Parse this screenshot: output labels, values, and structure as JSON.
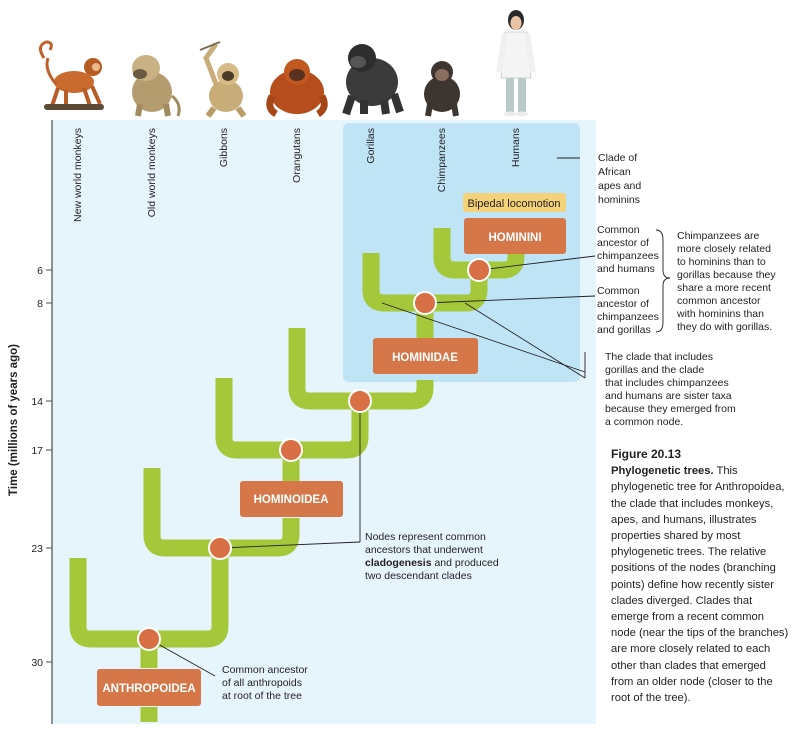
{
  "colors": {
    "background_panel": "#e6f4fb",
    "clade_box": "#bfe4f6",
    "branch": "#a5c83a",
    "node": "#d97045",
    "node_stroke": "#ffffff",
    "label_box": "#d6774a",
    "bipedal_box": "#f3d27a",
    "axis": "#4d4d4d"
  },
  "icons": [
    "spider-monkey-icon",
    "baboon-icon",
    "gibbon-icon",
    "orangutan-icon",
    "gorilla-icon",
    "chimpanzee-icon",
    "human-icon"
  ],
  "taxa": [
    "New world monkeys",
    "Old world monkeys",
    "Gibbons",
    "Orangutans",
    "Gorillas",
    "Chimpanzees",
    "Humans"
  ],
  "axis": {
    "title": "Time (millions of years ago)",
    "ticks": [
      "6",
      "8",
      "14",
      "17",
      "23",
      "30"
    ]
  },
  "clades": {
    "anthropoidea": "ANTHROPOIDEA",
    "hominoidea": "HOMINOIDEA",
    "hominidae": "HOMINIDAE",
    "hominini": "HOMININI"
  },
  "bipedal": "Bipedal locomotion",
  "annotations": {
    "african_clade": [
      "Clade of",
      "African",
      "apes and",
      "hominins"
    ],
    "ca_chimp_humans": [
      "Common",
      "ancestor of",
      "chimpanzees",
      "and humans"
    ],
    "ca_chimp_gorillas": [
      "Common",
      "ancestor of",
      "chimpanzees",
      "and gorillas"
    ],
    "chimp_relation": [
      "Chimpanzees are",
      "more closely related",
      "to hominins than to",
      "gorillas because they",
      "share a more recent",
      "common ancestor",
      "with hominins than",
      "they do with gorillas."
    ],
    "sister_taxa": [
      "The clade that includes",
      "gorillas and the clade",
      "that includes chimpanzees",
      "and humans are sister taxa",
      "because they emerged from",
      "a common node."
    ],
    "nodes_represent": {
      "line1": "Nodes represent common",
      "line2": "ancestors that underwent",
      "bold": "cladogenesis",
      "line3_rest": " and produced",
      "line4": "two descendant clades"
    },
    "root_ancestor": [
      "Common ancestor",
      "of all anthropoids",
      "at root of the tree"
    ]
  },
  "caption": {
    "figure": "Figure 20.13",
    "lead": "Phylogenetic trees.",
    "body": " This phylogenetic tree for Anthropoidea, the clade that includes monkeys, apes, and humans, illustrates properties shared by most phylogenetic trees. The relative positions of the nodes (branching points) define how recently sister clades diverged. Clades that emerge from a recent common node (near the tips of the branches) are more closely related to each other than clades that emerged from an older node (closer to the root of the tree)."
  }
}
